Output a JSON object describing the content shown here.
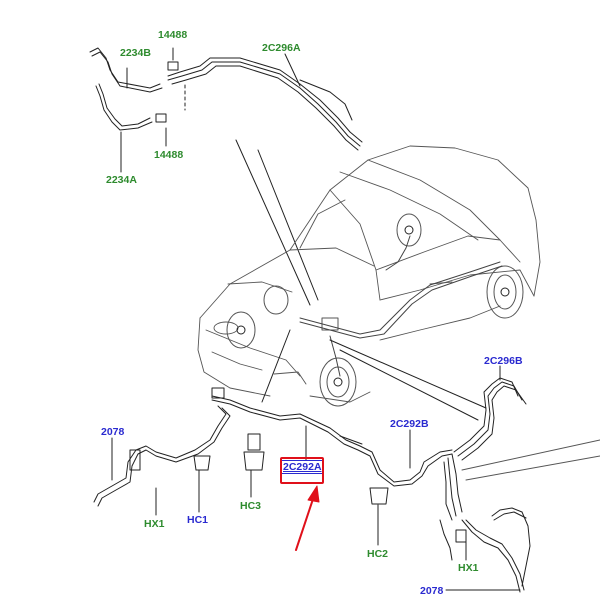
{
  "parts": {
    "p2234B": "2234B",
    "p14488a": "14488",
    "p2C296A": "2C296A",
    "p14488b": "14488",
    "p2234A": "2234A",
    "p2078a": "2078",
    "pHX1a": "HX1",
    "pHC1": "HC1",
    "pHC3": "HC3",
    "p2C292A": "2C292A",
    "p2C292B": "2C292B",
    "pHC2": "HC2",
    "p2C296B": "2C296B",
    "pHX1b": "HX1",
    "p2078b": "2078"
  },
  "colors": {
    "green_label": "#2e8b2e",
    "blue_label": "#2a2ad0",
    "highlight": "#e0101a",
    "line": "#222222"
  },
  "highlighted_part": "2C292A"
}
